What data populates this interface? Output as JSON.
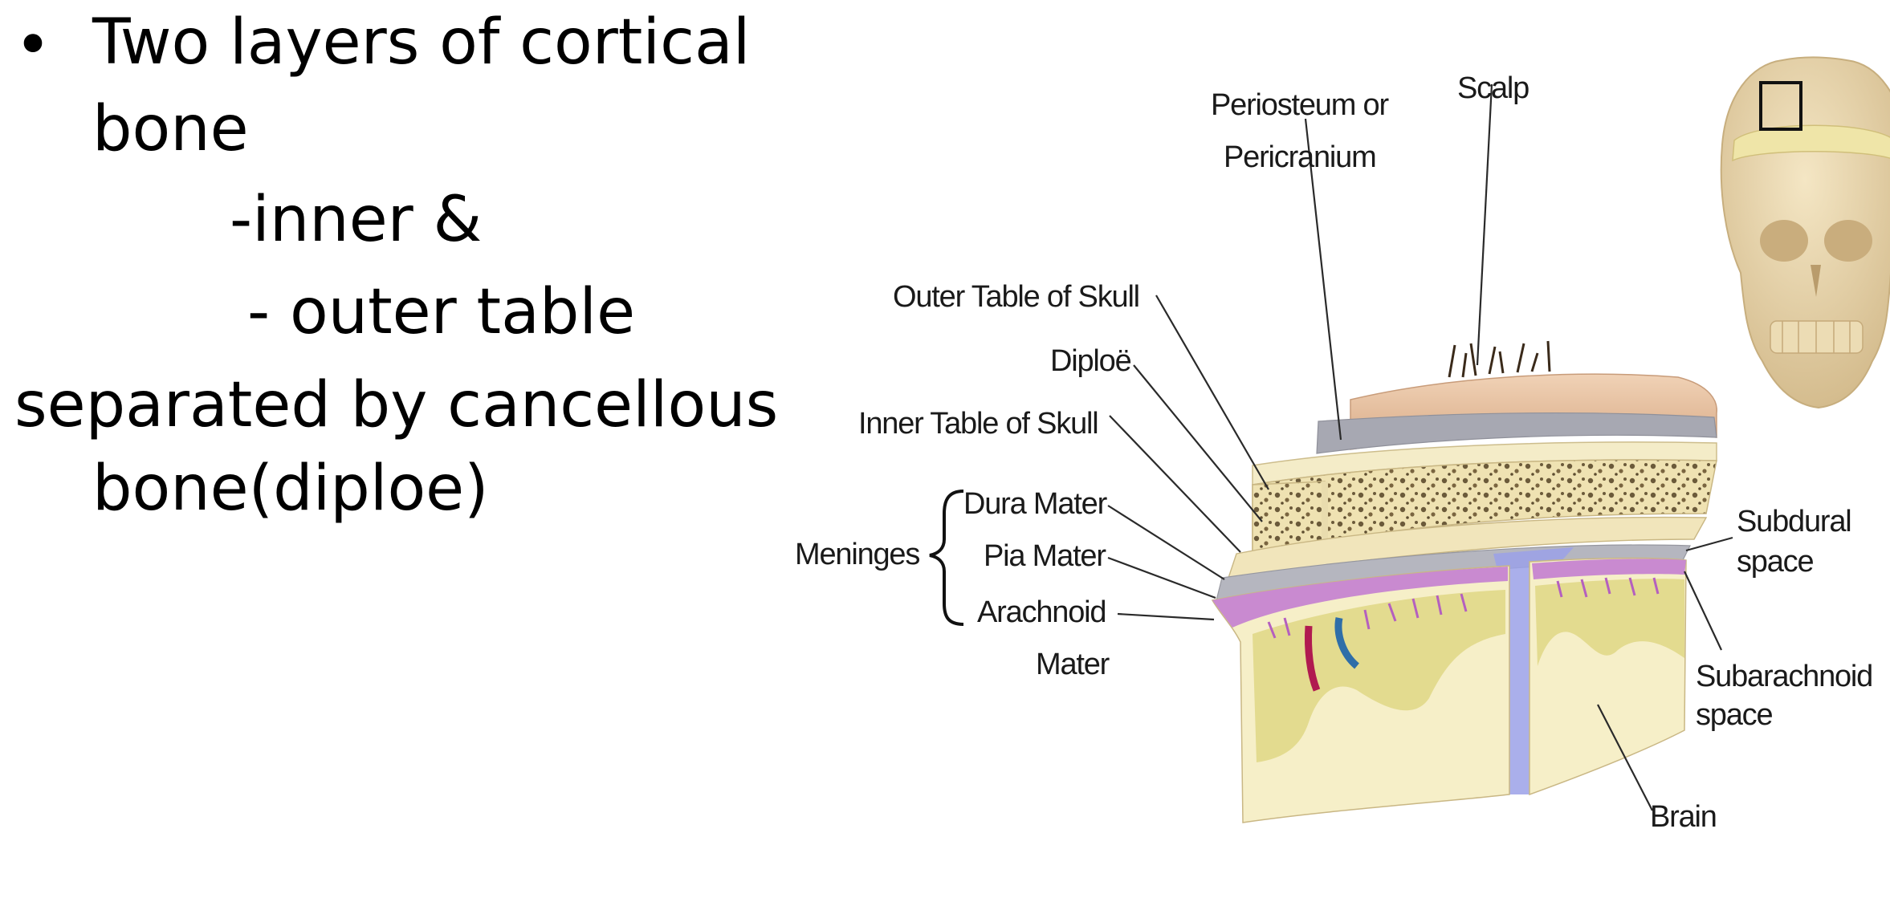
{
  "text": {
    "bullet": "•",
    "line1": "Two layers of cortical",
    "line2": "bone",
    "line3": "-inner &",
    "line4": "- outer table",
    "line5": "separated by cancellous",
    "line6": "bone(diploe)"
  },
  "figure": {
    "labels": {
      "periosteum_1": "Periosteum or",
      "periosteum_2": "Pericranium",
      "scalp": "Scalp",
      "outer_table": "Outer Table of Skull",
      "diploe": "Diploë",
      "inner_table": "Inner Table of Skull",
      "meninges": "Meninges",
      "dura_mater": "Dura Mater",
      "pia_mater": "Pia Mater",
      "arachnoid_1": "Arachnoid",
      "arachnoid_2": "Mater",
      "subdural_1": "Subdural",
      "subdural_2": "space",
      "subarachnoid_1": "Subarachnoid",
      "subarachnoid_2": "space",
      "brain": "Brain"
    },
    "colors": {
      "scalp": "#e8c4a4",
      "periosteum": "#a9a9b3",
      "bone": "#f3e9c2",
      "diploe_dots": "#6b5a3a",
      "dura": "#b9b9c2",
      "arachnoid": "#c98ad0",
      "brain_white": "#f6efc8",
      "brain_grey": "#e3dc95",
      "falx": "#9aa0e6"
    }
  }
}
